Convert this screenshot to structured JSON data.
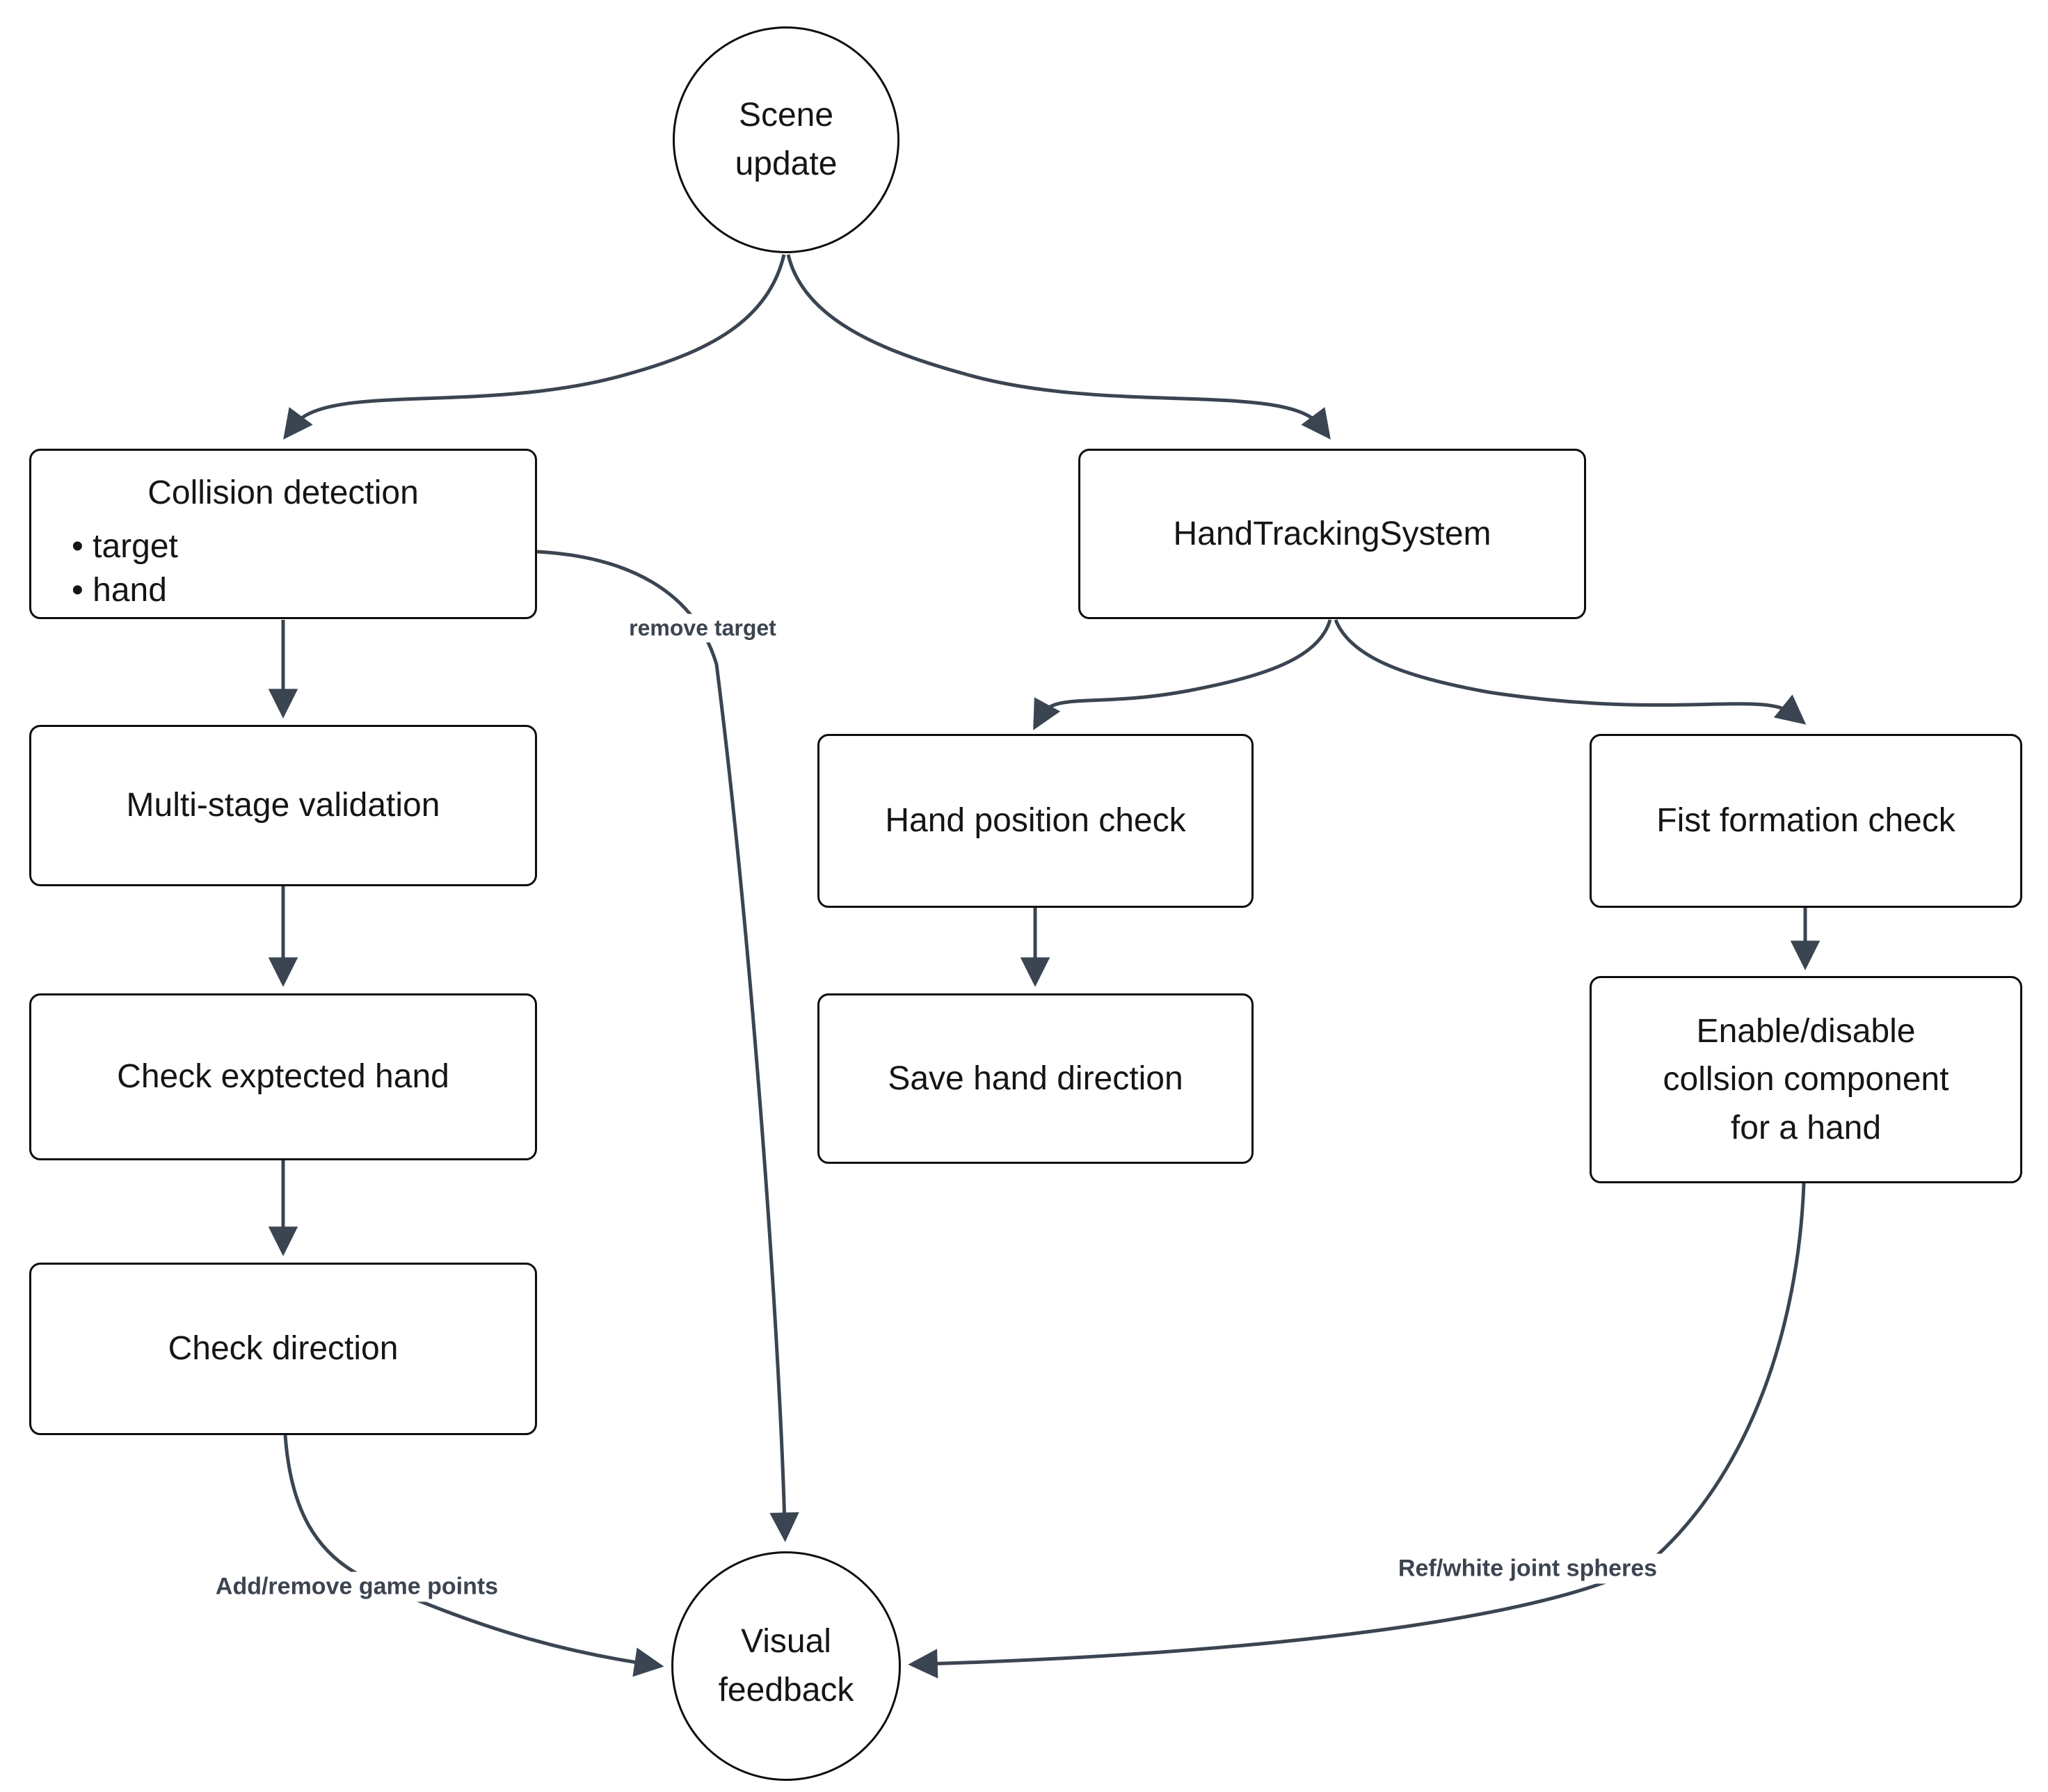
{
  "diagram": {
    "title": "Hand tracking scene update flowchart",
    "colors": {
      "edge": "#3a4551",
      "node_border": "#0d0d0d",
      "node_fill": "#ffffff",
      "node_text": "#151515",
      "edge_label_text": "#3c4450",
      "background": "#ffffff"
    },
    "nodes": {
      "scene_update": {
        "shape": "circle",
        "label": "Scene update",
        "lines": [
          "Scene",
          "update"
        ]
      },
      "collision": {
        "shape": "box",
        "title": "Collision detection",
        "bullets": [
          "target",
          "hand"
        ]
      },
      "multi_stage": {
        "shape": "box",
        "label": "Multi-stage validation"
      },
      "check_expected": {
        "shape": "box",
        "label": "Check exptected hand"
      },
      "check_direction": {
        "shape": "box",
        "label": "Check direction"
      },
      "hand_tracking": {
        "shape": "box",
        "label": "HandTrackingSystem"
      },
      "hand_position": {
        "shape": "box",
        "label": "Hand position check"
      },
      "save_hand": {
        "shape": "box",
        "label": "Save hand direction"
      },
      "fist_formation": {
        "shape": "box",
        "label": "Fist formation check"
      },
      "enable_disable": {
        "shape": "box",
        "label": "Enable/disable collsion component for a hand",
        "lines": [
          "Enable/disable",
          "collsion component",
          "for a hand"
        ]
      },
      "visual_feedback": {
        "shape": "circle",
        "label": "Visual feedback",
        "lines": [
          "Visual",
          "feedback"
        ]
      }
    },
    "edge_labels": {
      "remove_target": "remove target",
      "add_remove_points": "Add/remove game points",
      "ref_white_spheres": "Ref/white joint spheres"
    },
    "edges": [
      {
        "from": "Scene update",
        "to": "Collision detection",
        "label": ""
      },
      {
        "from": "Scene update",
        "to": "HandTrackingSystem",
        "label": ""
      },
      {
        "from": "Collision detection",
        "to": "Multi-stage validation",
        "label": ""
      },
      {
        "from": "Collision detection",
        "to": "Visual feedback",
        "label": "remove target"
      },
      {
        "from": "Multi-stage validation",
        "to": "Check exptected hand",
        "label": ""
      },
      {
        "from": "Check exptected hand",
        "to": "Check direction",
        "label": ""
      },
      {
        "from": "Check direction",
        "to": "Visual feedback",
        "label": "Add/remove game points"
      },
      {
        "from": "HandTrackingSystem",
        "to": "Hand position check",
        "label": ""
      },
      {
        "from": "HandTrackingSystem",
        "to": "Fist formation check",
        "label": ""
      },
      {
        "from": "Hand position check",
        "to": "Save hand direction",
        "label": ""
      },
      {
        "from": "Fist formation check",
        "to": "Enable/disable collsion component for a hand",
        "label": ""
      },
      {
        "from": "Enable/disable collsion component for a hand",
        "to": "Visual feedback",
        "label": "Ref/white joint spheres"
      }
    ]
  }
}
